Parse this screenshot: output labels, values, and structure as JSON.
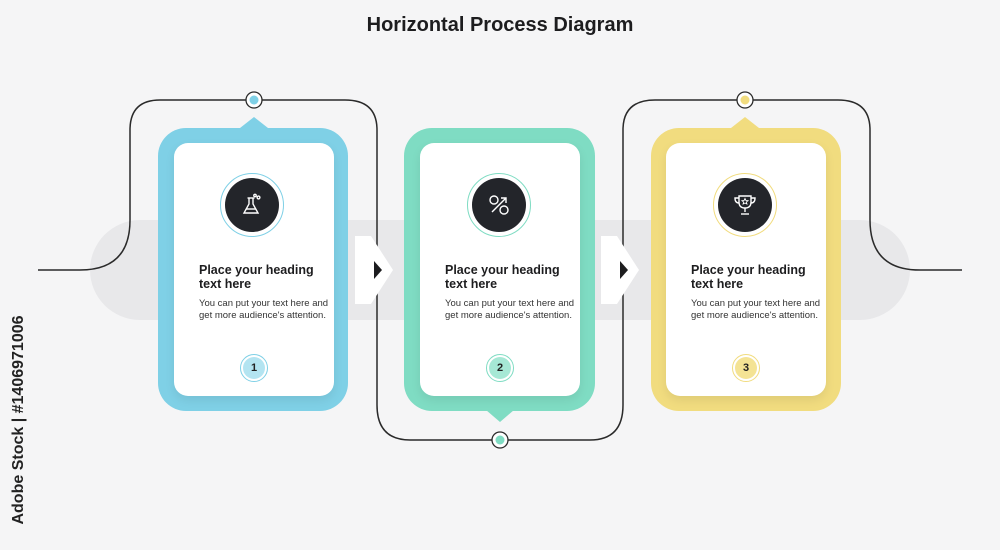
{
  "title": "Horizontal Process Diagram",
  "steps": [
    {
      "number": "1",
      "heading": "Place your heading text here",
      "body": "You can put your text here and get more audience's attention.",
      "icon": "flask-icon",
      "color": "#7fd0e6",
      "num_color": "#b3e4f1"
    },
    {
      "number": "2",
      "heading": "Place your heading text here",
      "body": "You can put your text here and get more audience's attention.",
      "icon": "percent-icon",
      "color": "#7fdcc3",
      "num_color": "#a6e8d5"
    },
    {
      "number": "3",
      "heading": "Place your heading text here",
      "body": "You can put your text here and get more audience's attention.",
      "icon": "trophy-icon",
      "color": "#f1dc7f",
      "num_color": "#f4e394"
    }
  ],
  "watermark": "Adobe Stock | #1406971006"
}
